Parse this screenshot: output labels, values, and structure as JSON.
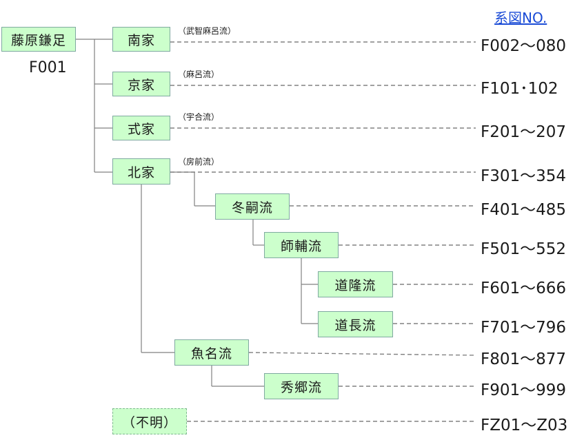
{
  "header": {
    "link_label": "系図NO."
  },
  "root": {
    "label": "藤原鎌足",
    "code": "F001"
  },
  "families": [
    {
      "label": "南家",
      "note": "（武智麻呂流）",
      "code": "F002〜080"
    },
    {
      "label": "京家",
      "note": "（麻呂流）",
      "code": "F101･102"
    },
    {
      "label": "式家",
      "note": "（宇合流）",
      "code": "F201〜207"
    },
    {
      "label": "北家",
      "note": "（房前流）",
      "code": "F301〜354"
    }
  ],
  "lines": [
    {
      "label": "冬嗣流",
      "code": "F401〜485"
    },
    {
      "label": "師輔流",
      "code": "F501〜552"
    },
    {
      "label": "道隆流",
      "code": "F601〜666"
    },
    {
      "label": "道長流",
      "code": "F701〜796"
    },
    {
      "label": "魚名流",
      "code": "F801〜877"
    },
    {
      "label": "秀郷流",
      "code": "F901〜999"
    }
  ],
  "unknown": {
    "label": "（不明）",
    "code": "FZ01〜Z03"
  },
  "colors": {
    "box_fill": "#ccffcc",
    "box_border": "#7fa9a0",
    "line": "#808080",
    "link": "#1a4bd6"
  }
}
